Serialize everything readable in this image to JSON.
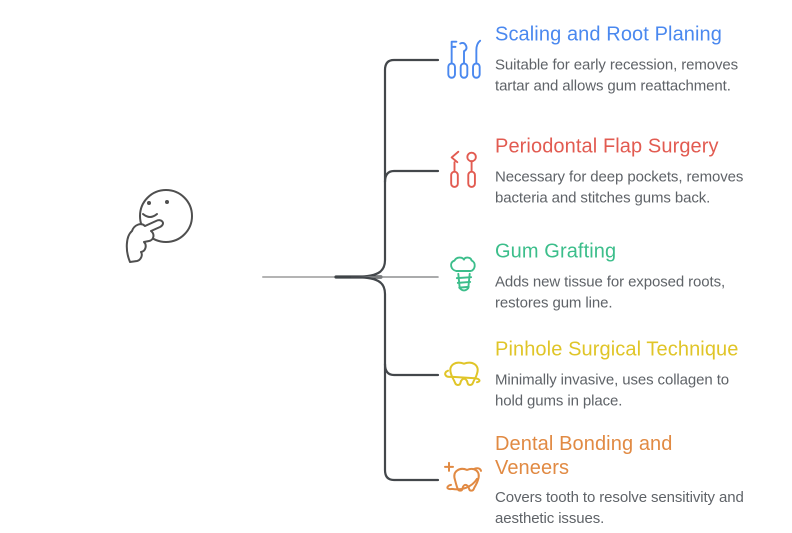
{
  "figure": {
    "type": "mindmap-infographic",
    "center_icon": "thinking-face-icon",
    "background": "#ffffff"
  },
  "palette": {
    "blue": "#4a88ef",
    "red": "#e25b51",
    "green": "#3cbe8b",
    "yellow": "#e0c528",
    "orange": "#e18a43",
    "description_gray": "#5f6368",
    "line_dark": "#43474b",
    "line_light": "#b4b4b4"
  },
  "items": [
    {
      "title": "Scaling and Root Planing",
      "description": "Suitable for early recession, removes tartar and allows gum reattachment.",
      "color": "#4a88ef",
      "icon": "dental-scaler-tools-icon"
    },
    {
      "title": "Periodontal Flap Surgery",
      "description": "Necessary for deep pockets, removes bacteria and stitches gums back.",
      "color": "#e25b51",
      "icon": "dental-probe-mirror-icon"
    },
    {
      "title": "Gum Grafting",
      "description": "Adds new tissue for exposed roots, restores gum line.",
      "color": "#3cbe8b",
      "icon": "dental-implant-icon"
    },
    {
      "title": "Pinhole Surgical Technique",
      "description": "Minimally invasive, uses collagen to hold gums in place.",
      "color": "#e0c528",
      "icon": "tooth-gumline-icon"
    },
    {
      "title": "Dental Bonding and Veneers",
      "description": "Covers tooth to resolve sensitivity and aesthetic issues.",
      "color": "#e18a43",
      "icon": "tooth-bonding-plus-icon"
    }
  ]
}
